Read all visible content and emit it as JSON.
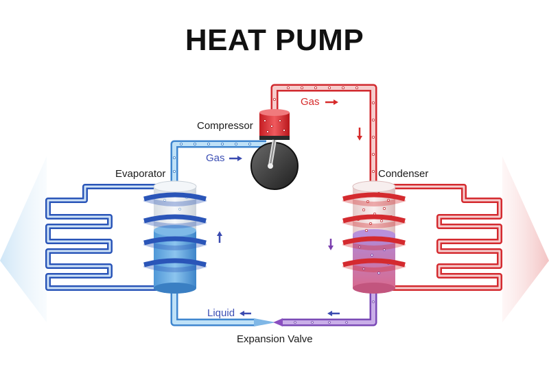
{
  "title": "HEAT PUMP",
  "labels": {
    "compressor": "Compressor",
    "evaporator": "Evaporator",
    "condenser": "Condenser",
    "gas_hot": "Gas",
    "gas_cold": "Gas",
    "liquid": "Liquid",
    "expansion_valve": "Expansion Valve"
  },
  "colors": {
    "cold": "#2f5ec4",
    "cold_light": "#8ec5ee",
    "hot": "#d8252b",
    "hot_light": "#f2b4b4",
    "mix": "#8a4fc0",
    "arrow_blue": "#3b4bb0",
    "arrow_red": "#d62a2a"
  }
}
